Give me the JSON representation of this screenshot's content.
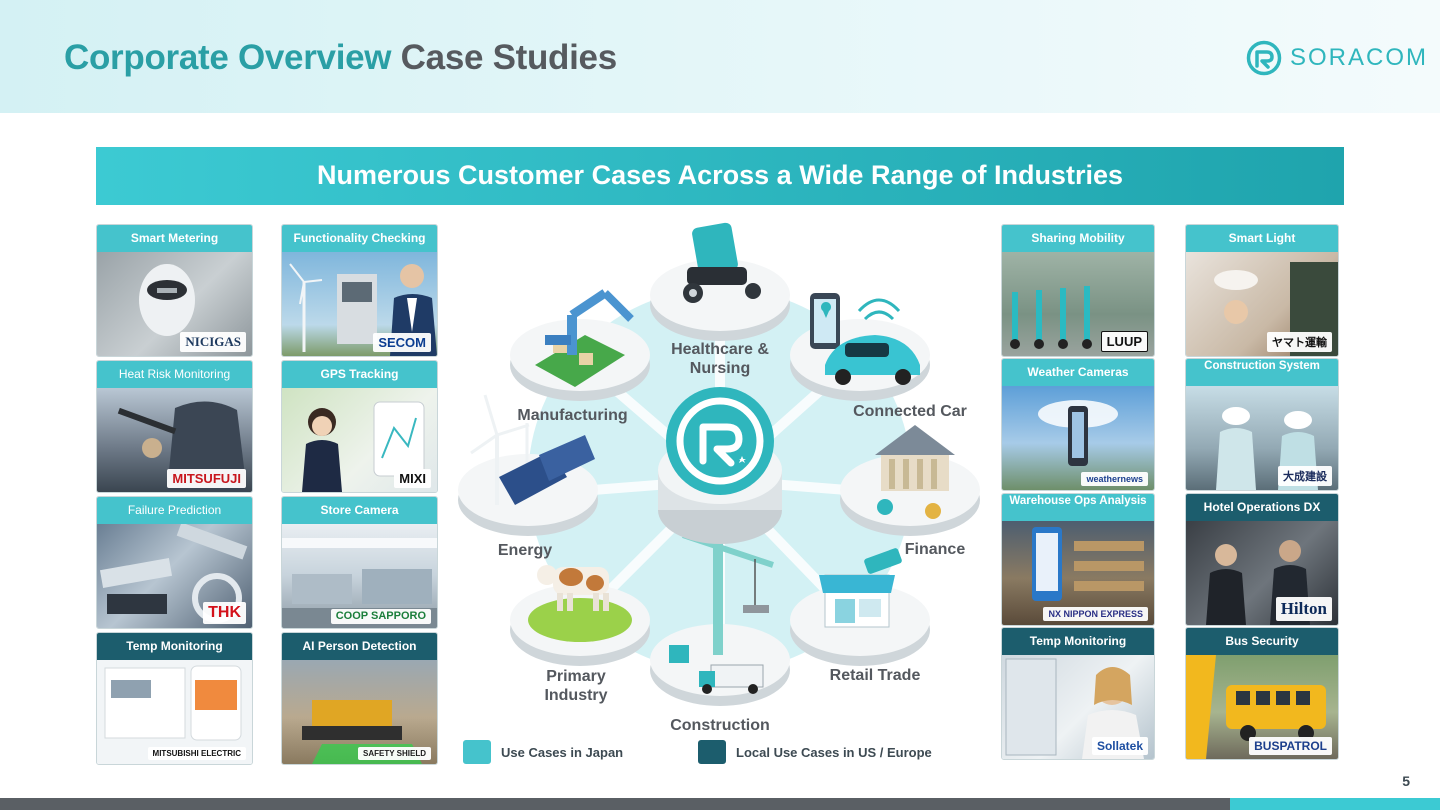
{
  "header": {
    "title_part1": "Corporate Overview",
    "title_part2": "Case Studies",
    "logo_text": "SORACOM"
  },
  "banner": "Numerous Customer Cases Across a Wide Range of Industries",
  "colors": {
    "japan": "#45c3cc",
    "us_europe": "#1c5d6d",
    "accent": "#2a9fa5"
  },
  "left_cases": [
    {
      "label": "Smart Metering",
      "brand": "NICIGAS",
      "region": "japan"
    },
    {
      "label": "Functionality Checking",
      "brand": "SECOM",
      "region": "japan"
    },
    {
      "label": "Heat Risk Monitoring",
      "brand": "MITSUFUJI",
      "region": "japan"
    },
    {
      "label": "GPS Tracking",
      "brand": "MIXI",
      "region": "japan"
    },
    {
      "label": "Failure Prediction",
      "brand": "THK",
      "region": "japan"
    },
    {
      "label": "Store Camera",
      "brand": "COOP SAPPORO",
      "region": "japan"
    },
    {
      "label": "Temp Monitoring",
      "brand": "MITSUBISHI ELECTRIC",
      "region": "us_europe"
    },
    {
      "label": "AI Person Detection",
      "brand": "SAFETY SHIELD",
      "region": "us_europe"
    }
  ],
  "right_cases": [
    {
      "label": "Sharing Mobility",
      "brand": "LUUP",
      "region": "japan"
    },
    {
      "label": "Smart Light",
      "brand": "ヤマト運輸",
      "region": "japan"
    },
    {
      "label": "Weather Cameras",
      "brand": "weathernews",
      "region": "japan"
    },
    {
      "label": "Construction System",
      "brand": "大成建設",
      "region": "japan"
    },
    {
      "label": "Warehouse Ops Analysis",
      "brand": "NX NIPPON EXPRESS",
      "region": "japan"
    },
    {
      "label": "Hotel Operations DX",
      "brand": "Hilton",
      "region": "us_europe"
    },
    {
      "label": "Temp Monitoring",
      "brand": "Sollatek",
      "region": "us_europe"
    },
    {
      "label": "Bus Security",
      "brand": "BUSPATROL",
      "region": "us_europe"
    }
  ],
  "hub_segments": [
    "Healthcare & Nursing",
    "Connected Car",
    "Finance",
    "Retail Trade",
    "Construction",
    "Primary Industry",
    "Energy",
    "Manufacturing"
  ],
  "legend": {
    "japan": "Use Cases in Japan",
    "us_europe": "Local Use Cases in US / Europe"
  },
  "page_number": "5"
}
